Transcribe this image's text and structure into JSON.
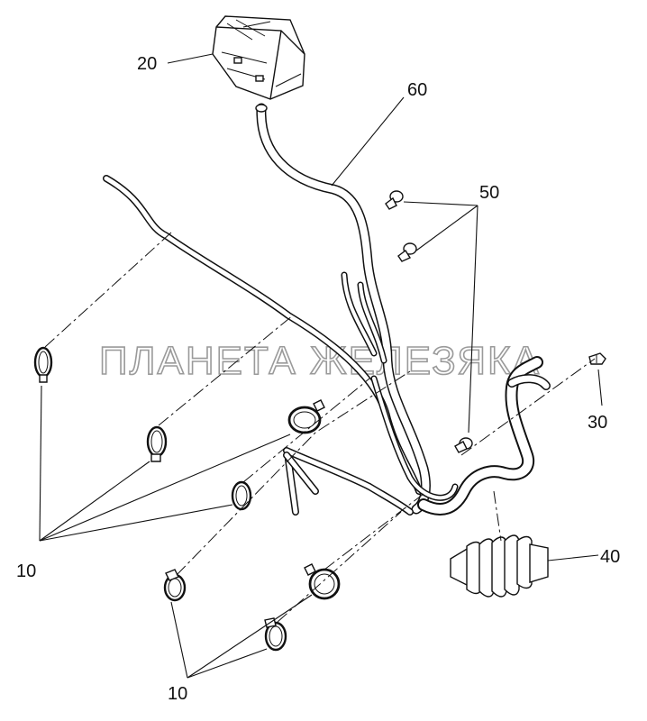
{
  "watermark": "ПЛАНЕТА ЖЕЛЕЗЯКА",
  "callouts": {
    "reservoir": "20",
    "hose": "60",
    "clips": "50",
    "cap": "30",
    "boot": "40",
    "clamps_left": "10",
    "clamps_bottom": "10"
  }
}
